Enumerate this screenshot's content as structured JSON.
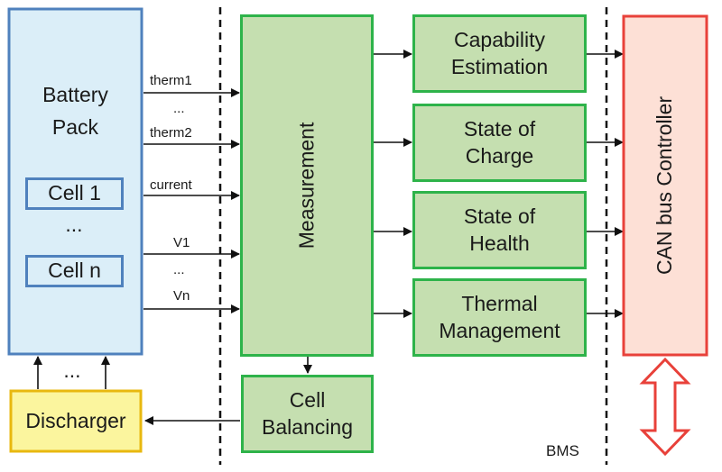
{
  "battery_pack": {
    "label_line1": "Battery",
    "label_line2": "Pack",
    "cell_first": "Cell 1",
    "cell_ellipsis": "...",
    "cell_last": "Cell n"
  },
  "signals": {
    "therm1": "therm1",
    "ellipsis_top": "...",
    "therm2": "therm2",
    "current": "current",
    "v1": "V1",
    "ellipsis_bottom": "...",
    "vn": "Vn"
  },
  "measurement": {
    "label": "Measurement"
  },
  "functions": {
    "capability_line1": "Capability",
    "capability_line2": "Estimation",
    "soc_line1": "State of",
    "soc_line2": "Charge",
    "soh_line1": "State of",
    "soh_line2": "Health",
    "thermal_line1": "Thermal",
    "thermal_line2": "Management"
  },
  "cell_balancing": {
    "line1": "Cell",
    "line2": "Balancing"
  },
  "discharger": {
    "label": "Discharger",
    "ellipsis": "..."
  },
  "can": {
    "label": "CAN bus Controller"
  },
  "bms_label": "BMS",
  "colors": {
    "green_fill": "#c5dfb0",
    "green_border": "#2eb34a",
    "blue_fill": "#dbeef8",
    "blue_border": "#4f81bd",
    "yellow_fill": "#fbf59e",
    "yellow_border": "#e8b80f",
    "red_fill": "#fde0d6",
    "red_border": "#e8413a"
  }
}
